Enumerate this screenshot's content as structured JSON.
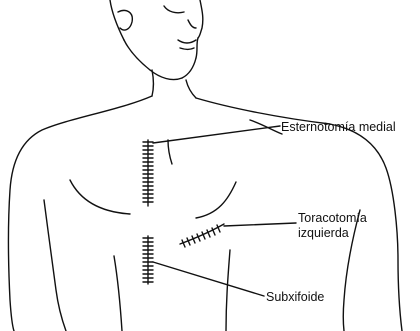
{
  "labels": {
    "median_sternotomy": "Esternotomía medial",
    "left_thoracotomy_line1": "Toracotomía",
    "left_thoracotomy_line2": "izquierda",
    "subxiphoid": "Subxifoide"
  },
  "colors": {
    "ink": "#111111",
    "background": "#ffffff"
  }
}
